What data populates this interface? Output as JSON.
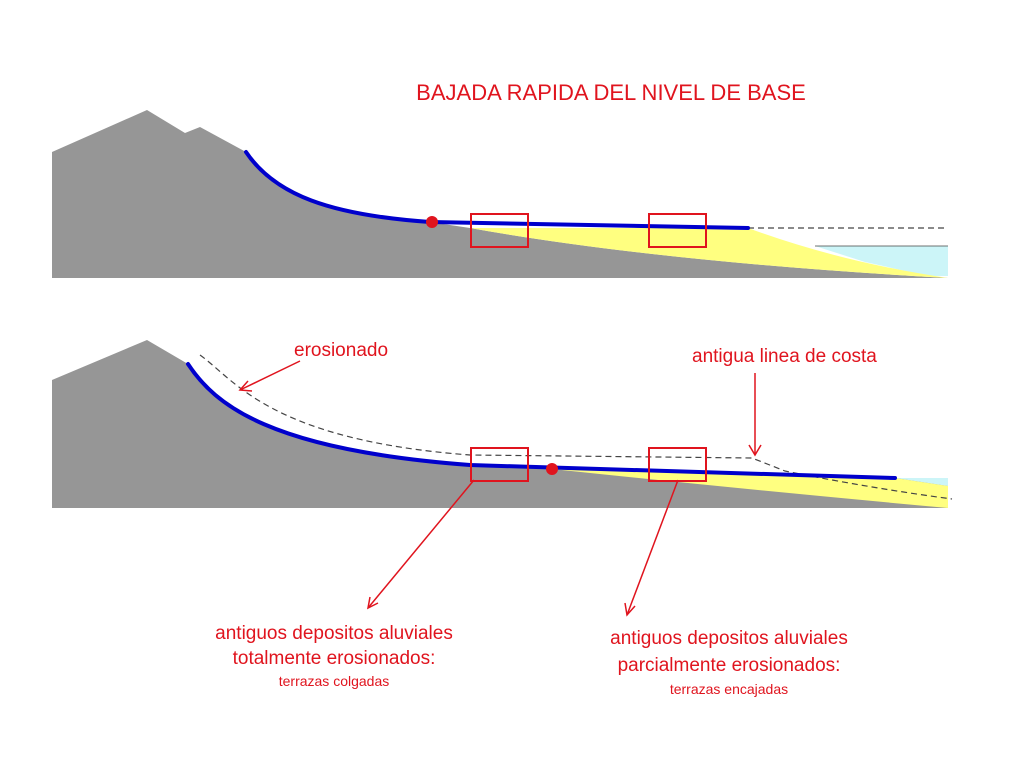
{
  "title": "BAJADA RAPIDA DEL NIVEL DE BASE",
  "labels": {
    "eroded": "erosionado",
    "old_coastline": "antigua linea de costa",
    "left_note_line1": "antiguos depositos aluviales",
    "left_note_line2": "totalmente erosionados:",
    "left_note_sub": "terrazas colgadas",
    "right_note_line1": "antiguos depositos aluviales",
    "right_note_line2": "parcialmente erosionados:",
    "right_note_sub": "terrazas encajadas"
  },
  "colors": {
    "terrain": "#969696",
    "river": "#0000cc",
    "deposit": "#ffff80",
    "sea": "#ccf5f8",
    "annotation": "#e0141e",
    "dashed": "#444444",
    "background": "#ffffff"
  }
}
